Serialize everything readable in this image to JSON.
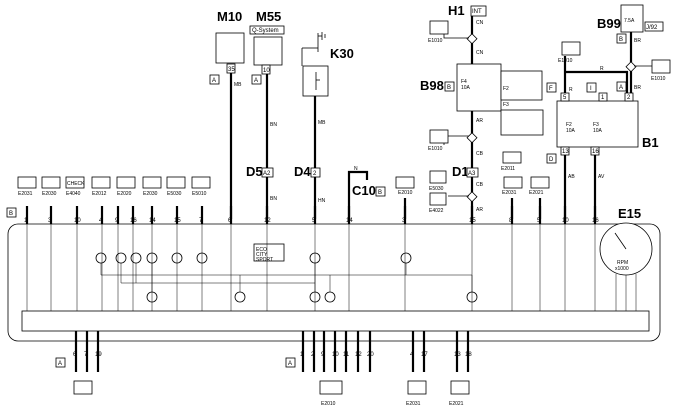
{
  "components": {
    "M10": "M10",
    "M55": "M55",
    "M55_sub": "Q-System",
    "K30": "K30",
    "H1": "H1",
    "H1_tag": "INT",
    "B99": "B99",
    "B99_tag": "J/92",
    "B99_fuse": "7.5A",
    "B98": "B98",
    "B98_tag": "B",
    "B1": "B1",
    "E15": "E15",
    "D5": "D5",
    "D5_tag": "A2",
    "D4": "D4",
    "D4_tag": "2",
    "C10": "C10",
    "C10_tag": "B",
    "D1": "D1",
    "D1_tag": "A3"
  },
  "grounds": {
    "e1010": "E1010"
  },
  "connectors": {
    "A": "A",
    "B": "B",
    "D": "D",
    "F": "F",
    "I": "I",
    "N": "N",
    "p35": "35",
    "p10": "10",
    "p5": "5",
    "p1": "1",
    "p2": "2",
    "p13": "13",
    "p16": "16"
  },
  "wires": {
    "MB": "MB",
    "BN": "BN",
    "HN": "HN",
    "CN": "CN",
    "AR": "AR",
    "CB": "CB",
    "BR": "BR",
    "R": "R",
    "AB": "AB",
    "AV": "AV"
  },
  "b98_internal": {
    "F4": "F4",
    "F4a": "10A",
    "F2": "F2",
    "F3": "F3"
  },
  "b1_internal": {
    "F2": "F2",
    "F2a": "10A",
    "F3": "F3",
    "F3a": "10A"
  },
  "e_codes": {
    "E2031": "E2031",
    "E2030": "E2030",
    "E4040": "E4040",
    "E2012": "E2012",
    "E2020": "E2020",
    "E5030": "E5030",
    "E5010": "E5010",
    "E2010": "E2010",
    "E4022": "E4022",
    "E2011": "E2011",
    "E2021": "E2021"
  },
  "check_label": "CHECK",
  "top_pins": [
    "1",
    "3",
    "10",
    "4",
    "9",
    "16",
    "14",
    "15",
    "7",
    "6",
    "12",
    "5",
    "14",
    "3",
    "15",
    "8",
    "5",
    "10",
    "16"
  ],
  "bottom_pins_left": [
    "6",
    "7",
    "19"
  ],
  "bottom_pins_mid": [
    "1",
    "2",
    "9",
    "10",
    "11",
    "12",
    "20"
  ],
  "bottom_pins_right": [
    "4",
    "17",
    "13",
    "18"
  ],
  "switch_labels": {
    "l1": "ECO",
    "l2": "CITY",
    "l3": "SPORT"
  },
  "gauge": {
    "label": "RPM",
    "sub": "x1000"
  }
}
